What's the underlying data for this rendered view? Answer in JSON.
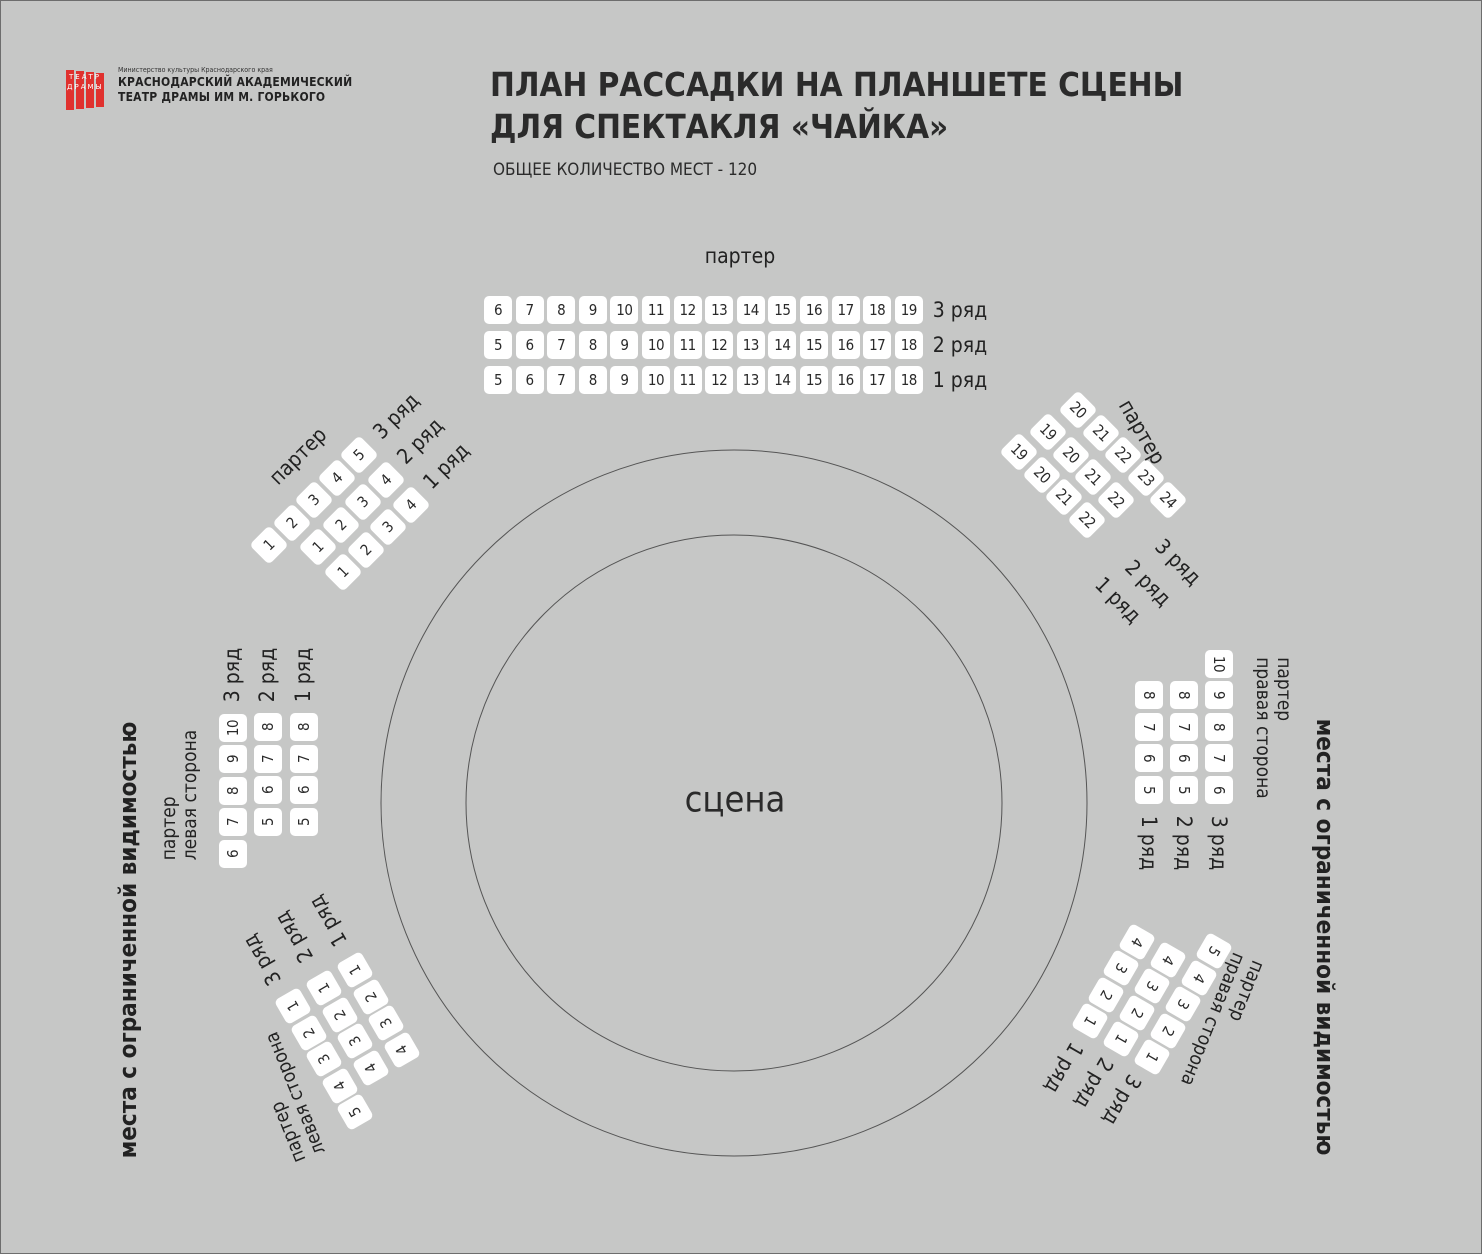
{
  "logo": {
    "letters": "ТЕАТР ДРАМЫ",
    "ministry": "Министерство культуры Краснодарского края",
    "name_line1": "КРАСНОДАРСКИЙ АКАДЕМИЧЕСКИЙ",
    "name_line2": "ТЕАТР ДРАМЫ ИМ М. ГОРЬКОГО",
    "accent_color": "#e0312e"
  },
  "title_line1": "ПЛАН РАССАДКИ НА ПЛАНШЕТЕ СЦЕНЫ",
  "title_line2": "ДЛЯ СПЕКТАКЛЯ «ЧАЙКА»",
  "subtitle": "ОБЩЕЕ КОЛИЧЕСТВО МЕСТ - 120",
  "stage_label": "сцена",
  "limited_visibility": "места с ограниченной видимостью",
  "colors": {
    "background": "#c6c7c6",
    "seat": "#ffffff",
    "circle": "#555555"
  },
  "sections": {
    "top": {
      "label": "партер",
      "rows": [
        {
          "label": "3 ряд",
          "seats": [
            "6",
            "7",
            "8",
            "9",
            "10",
            "11",
            "12",
            "13",
            "14",
            "15",
            "16",
            "17",
            "18",
            "19"
          ]
        },
        {
          "label": "2 ряд",
          "seats": [
            "5",
            "6",
            "7",
            "8",
            "9",
            "10",
            "11",
            "12",
            "13",
            "14",
            "15",
            "16",
            "17",
            "18"
          ]
        },
        {
          "label": "1 ряд",
          "seats": [
            "5",
            "6",
            "7",
            "8",
            "9",
            "10",
            "11",
            "12",
            "13",
            "14",
            "15",
            "16",
            "17",
            "18"
          ]
        }
      ]
    },
    "upper_left": {
      "label": "партер",
      "rows": [
        {
          "label": "3 ряд",
          "seats": [
            "1",
            "2",
            "3",
            "4",
            "5"
          ]
        },
        {
          "label": "2 ряд",
          "seats": [
            "1",
            "2",
            "3",
            "4"
          ]
        },
        {
          "label": "1 ряд",
          "seats": [
            "1",
            "2",
            "3",
            "4"
          ]
        }
      ]
    },
    "upper_right": {
      "label": "партер",
      "rows": [
        {
          "label": "3 ряд",
          "seats": [
            "20",
            "21",
            "22",
            "23",
            "24"
          ]
        },
        {
          "label": "2 ряд",
          "seats": [
            "19",
            "20",
            "21",
            "22"
          ]
        },
        {
          "label": "1 ряд",
          "seats": [
            "19",
            "20",
            "21",
            "22"
          ]
        }
      ]
    },
    "left": {
      "label_line1": "партер",
      "label_line2": "левая сторона",
      "rows": [
        {
          "label": "3 ряд",
          "seats": [
            "6",
            "7",
            "8",
            "9",
            "10"
          ]
        },
        {
          "label": "2 ряд",
          "seats": [
            "5",
            "6",
            "7",
            "8"
          ]
        },
        {
          "label": "1 ряд",
          "seats": [
            "5",
            "6",
            "7",
            "8"
          ]
        }
      ]
    },
    "right": {
      "label_line1": "партер",
      "label_line2": "правая сторона",
      "rows": [
        {
          "label": "3 ряд",
          "seats": [
            "6",
            "7",
            "8",
            "9",
            "10"
          ]
        },
        {
          "label": "2 ряд",
          "seats": [
            "5",
            "6",
            "7",
            "8"
          ]
        },
        {
          "label": "1 ряд",
          "seats": [
            "5",
            "6",
            "7",
            "8"
          ]
        }
      ]
    },
    "lower_left": {
      "label_line1": "партер",
      "label_line2": "левая сторона",
      "rows": [
        {
          "label": "3 ряд",
          "seats": [
            "1",
            "2",
            "3",
            "4",
            "5"
          ]
        },
        {
          "label": "2 ряд",
          "seats": [
            "1",
            "2",
            "3",
            "4"
          ]
        },
        {
          "label": "1 ряд",
          "seats": [
            "1",
            "2",
            "3",
            "4"
          ]
        }
      ]
    },
    "lower_right": {
      "label_line1": "партер",
      "label_line2": "правая сторона",
      "rows": [
        {
          "label": "3 ряд",
          "seats": [
            "1",
            "2",
            "3",
            "4",
            "5"
          ]
        },
        {
          "label": "2 ряд",
          "seats": [
            "1",
            "2",
            "3",
            "4"
          ]
        },
        {
          "label": "1 ряд",
          "seats": [
            "1",
            "2",
            "3",
            "4"
          ]
        }
      ]
    }
  }
}
